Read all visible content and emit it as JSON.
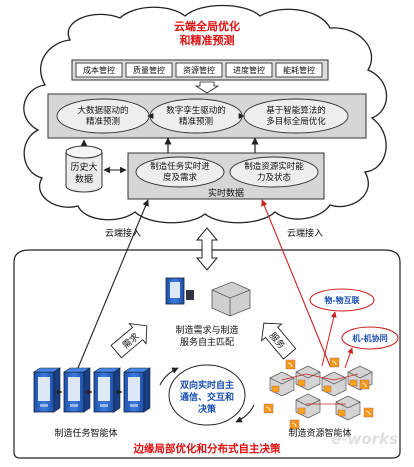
{
  "cloud": {
    "title_line1": "云端全局优化",
    "title_line2": "和精准预测",
    "control_items": [
      "成本管控",
      "质量管控",
      "资源管控",
      "进度管控",
      "能耗管控"
    ],
    "methods": [
      [
        "大数据驱动的",
        "精准预测"
      ],
      [
        "数字孪生驱动的",
        "精准预测"
      ],
      [
        "基于智能算法的",
        "多目标全局优化"
      ]
    ],
    "history_data": [
      "历史大",
      "数据"
    ],
    "realtime_items": [
      [
        "制造任务实时进",
        "度及需求"
      ],
      [
        "制造资源实时能",
        "力及状态"
      ]
    ],
    "realtime_label": "实时数据"
  },
  "links": {
    "cloud_access_left": "云端接入",
    "cloud_access_right": "云端接入"
  },
  "edge": {
    "match_label": [
      "制造需求与制造",
      "服务自主匹配"
    ],
    "demand_label": "需求",
    "service_label": "服务",
    "bidirectional": [
      "双向实时自主",
      "通信、交互和",
      "决策"
    ],
    "task_agent": "制造任务智能体",
    "resource_agent": "制造资源智能体",
    "iot_label": "物-物互联",
    "m2m_label": "机-机协同",
    "footer_title": "边缘局部优化和分布式自主决策"
  },
  "watermark": "e-works",
  "colors": {
    "accent_red": "#dd1111",
    "accent_blue": "#1a4fb0",
    "ellipse_fill": "#e6e6e6",
    "box_border": "#333333"
  }
}
